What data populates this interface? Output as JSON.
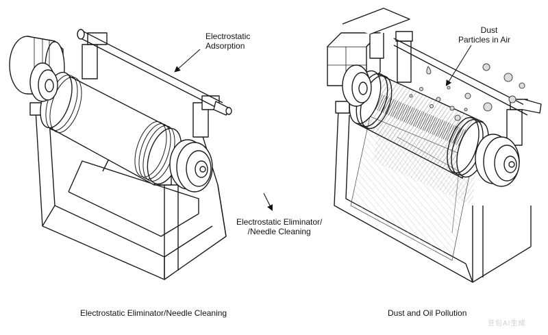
{
  "labels": {
    "adsorption_line1": "Electrostatic",
    "adsorption_line2": "Adsorption",
    "dust_line1": "Dust",
    "dust_line2": "Particles in Air",
    "center_line1": "Electrostatic Eliminator/",
    "center_line2": "/Needle Cleaning"
  },
  "captions": {
    "left": "Electrostatic Eliminator/Needle Cleaning",
    "right": "Dust and Oil Pollution"
  },
  "watermark": "豆包AI生成",
  "colors": {
    "line": "#1a1a1a",
    "dark_band": "#3a3a3a",
    "hatch": "#8a8a8a",
    "background": "#ffffff"
  }
}
